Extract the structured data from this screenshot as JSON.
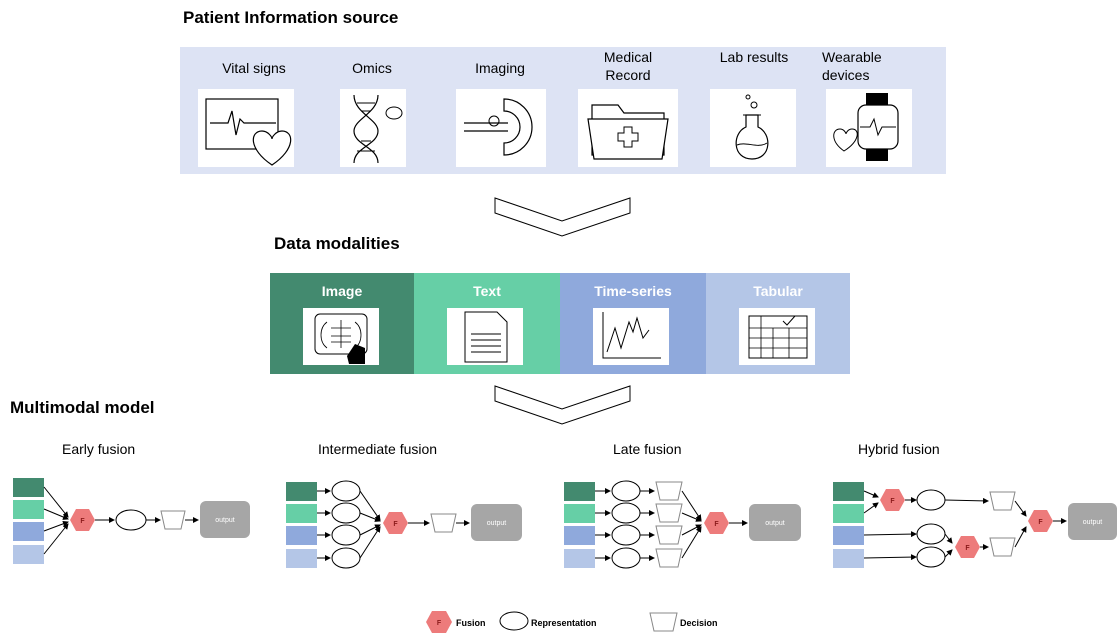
{
  "headings": {
    "patient_source": "Patient Information source",
    "data_modalities": "Data modalities",
    "multimodal_model": "Multimodal model"
  },
  "sources": [
    {
      "label": "Vital signs",
      "icon": "heart-monitor-icon"
    },
    {
      "label": "Omics",
      "icon": "dna-icon"
    },
    {
      "label": "Imaging",
      "icon": "scanner-icon"
    },
    {
      "label": "Medical\nRecord",
      "icon": "medical-folder-icon"
    },
    {
      "label": "Lab results",
      "icon": "flask-icon"
    },
    {
      "label": "Wearable\ndevices",
      "icon": "smartwatch-icon"
    }
  ],
  "modalities": [
    {
      "label": "Image",
      "color": "#438a6f",
      "icon": "xray-icon"
    },
    {
      "label": "Text",
      "color": "#66cfa6",
      "icon": "document-icon"
    },
    {
      "label": "Time-series",
      "color": "#8fa9dc",
      "icon": "line-graph-icon"
    },
    {
      "label": "Tabular",
      "color": "#b4c6e7",
      "icon": "table-icon"
    }
  ],
  "fusions": [
    {
      "title": "Early fusion"
    },
    {
      "title": "Intermediate fusion"
    },
    {
      "title": "Late fusion"
    },
    {
      "title": "Hybrid fusion"
    }
  ],
  "node_labels": {
    "fusion": "F",
    "output": "output"
  },
  "legend": {
    "fusion": "Fusion",
    "representation": "Representation",
    "decision": "Decision"
  },
  "colors": {
    "panel_bg": "#dde3f4",
    "fusion_node": "#ed7b7b",
    "output_node": "#a6a6a6",
    "input_colors": [
      "#438a6f",
      "#66cfa6",
      "#8fa9dc",
      "#b4c6e7"
    ]
  }
}
